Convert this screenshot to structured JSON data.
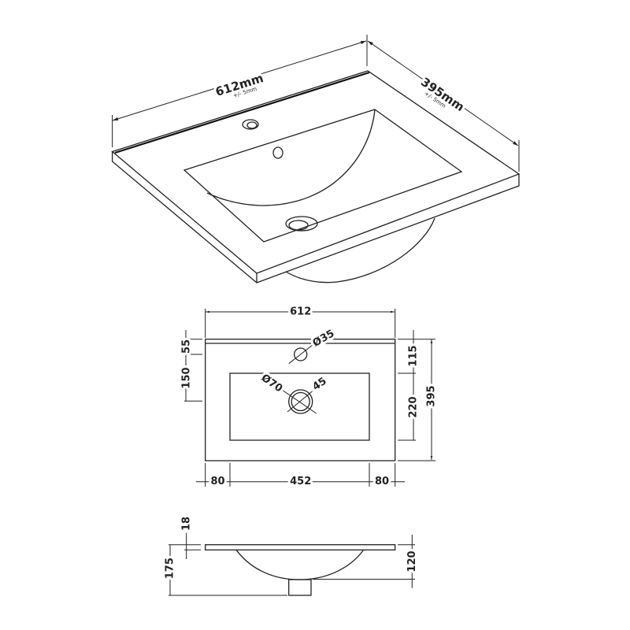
{
  "isometric_view": {
    "width_label": "612mm",
    "width_tolerance": "+/- 5mm",
    "depth_label": "395mm",
    "depth_tolerance": "+/- 5mm"
  },
  "plan_view": {
    "overall_width": "612",
    "tap_hole_diameter": "Ø35",
    "waste_diameter": "Ø70",
    "waste_inner": "45",
    "back_to_tap": "55",
    "back_to_basin": "150",
    "right_back_to_basin": "115",
    "basin_depth": "220",
    "overall_depth": "395",
    "left_margin": "80",
    "basin_width": "452",
    "right_margin": "80"
  },
  "side_view": {
    "slab_thickness": "18",
    "overall_height": "175",
    "bowl_depth": "120"
  }
}
